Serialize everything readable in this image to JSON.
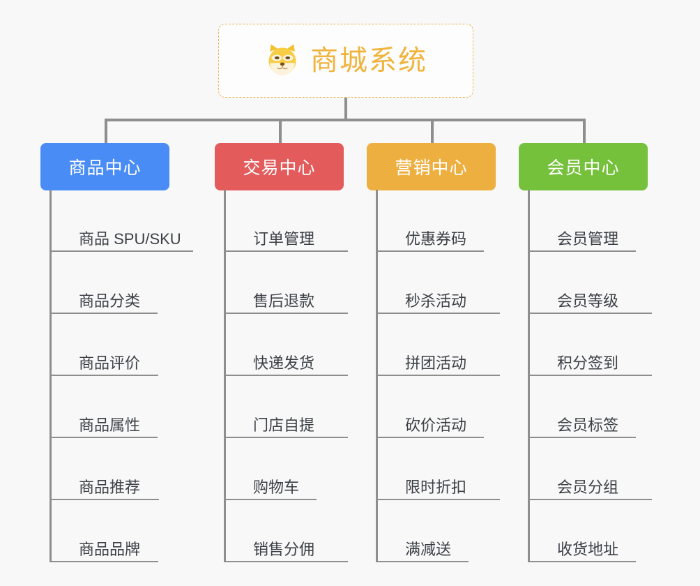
{
  "diagram": {
    "title": "商城系统",
    "root": {
      "label": "商城系统",
      "icon": "shiba-dog-icon",
      "border_color": "#e8b354",
      "text_color": "#f0b33c",
      "background": "#fdfdfd"
    },
    "background_color": "#f8f8f8",
    "connector_color": "#8e8e8e",
    "branches": [
      {
        "label": "商品中心",
        "color": "#4a8cf5",
        "items": [
          "商品 SPU/SKU",
          "商品分类",
          "商品评价",
          "商品属性",
          "商品推荐",
          "商品品牌"
        ]
      },
      {
        "label": "交易中心",
        "color": "#e35b5b",
        "items": [
          "订单管理",
          "售后退款",
          "快递发货",
          "门店自提",
          "购物车",
          "销售分佣"
        ]
      },
      {
        "label": "营销中心",
        "color": "#eeaf41",
        "items": [
          "优惠券码",
          "秒杀活动",
          "拼团活动",
          "砍价活动",
          "限时折扣",
          "满减送"
        ]
      },
      {
        "label": "会员中心",
        "color": "#76c13c",
        "items": [
          "会员管理",
          "会员等级",
          "积分签到",
          "会员标签",
          "会员分组",
          "收货地址"
        ]
      }
    ]
  }
}
